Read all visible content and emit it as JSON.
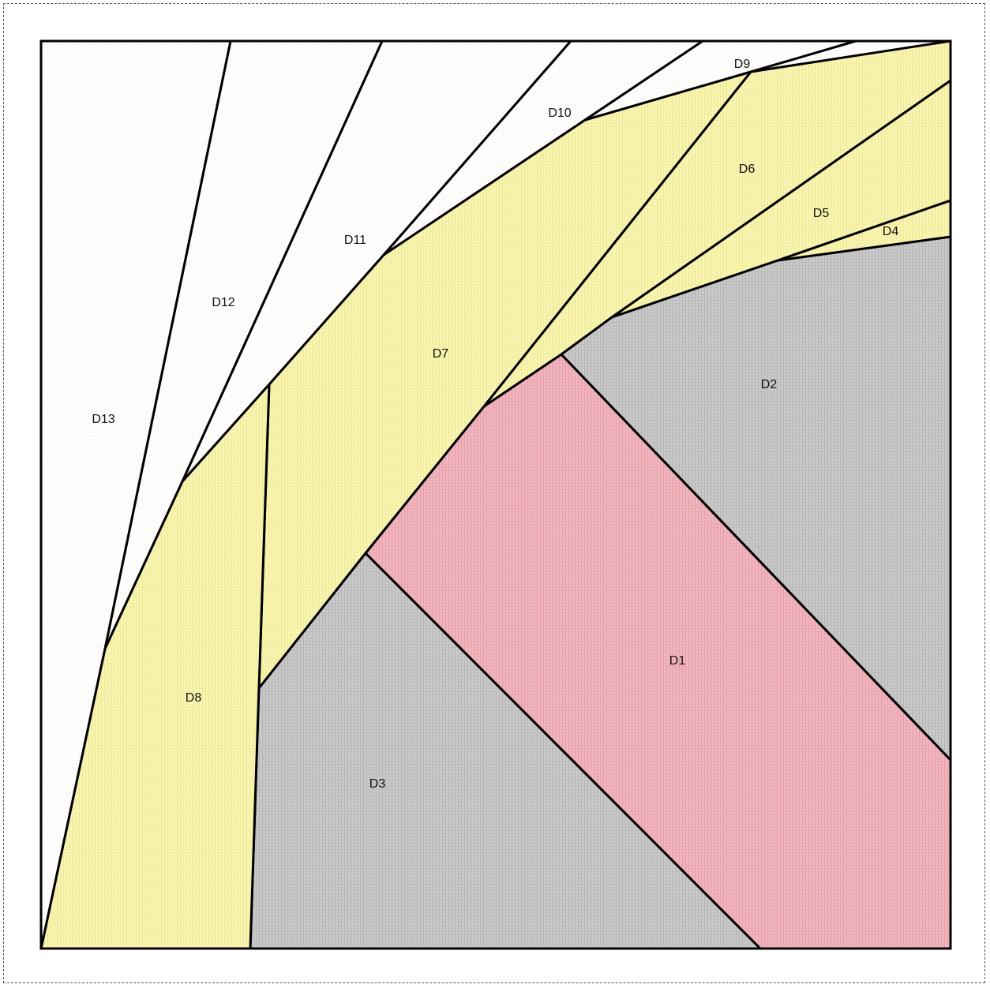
{
  "diagram": {
    "colors": {
      "white": "#fefdfb",
      "yellow": "#faf6b4",
      "gray": "#cbcbcb",
      "pink": "#f1b8c0",
      "outline": "#000000"
    },
    "pieces": [
      {
        "id": "D1",
        "label": "D1",
        "fill": "pink"
      },
      {
        "id": "D2",
        "label": "D2",
        "fill": "gray"
      },
      {
        "id": "D3",
        "label": "D3",
        "fill": "gray"
      },
      {
        "id": "D4",
        "label": "D4",
        "fill": "yellow"
      },
      {
        "id": "D5",
        "label": "D5",
        "fill": "yellow"
      },
      {
        "id": "D6",
        "label": "D6",
        "fill": "yellow"
      },
      {
        "id": "D7",
        "label": "D7",
        "fill": "yellow"
      },
      {
        "id": "D8",
        "label": "D8",
        "fill": "yellow"
      },
      {
        "id": "D9",
        "label": "D9",
        "fill": "white"
      },
      {
        "id": "D10",
        "label": "D10",
        "fill": "white"
      },
      {
        "id": "D11",
        "label": "D11",
        "fill": "white"
      },
      {
        "id": "D12",
        "label": "D12",
        "fill": "white"
      },
      {
        "id": "D13",
        "label": "D13",
        "fill": "white"
      }
    ]
  }
}
